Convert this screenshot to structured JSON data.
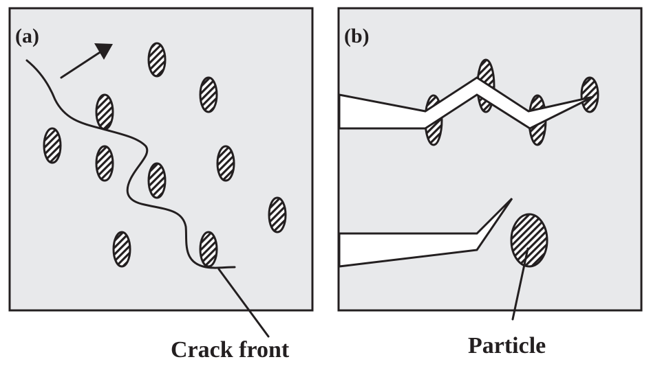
{
  "figure": {
    "panels": [
      {
        "id": "a",
        "label": "(a)",
        "description": "Crack front bowing between particles"
      },
      {
        "id": "b",
        "label": "(b)",
        "description": "Crack deflection around particles"
      }
    ],
    "callouts": {
      "crack_front": "Crack front",
      "particle": "Particle"
    },
    "colors": {
      "ink": "#231f20",
      "panel_background": "#e8e9eb",
      "crack_opening": "#ffffff"
    }
  }
}
